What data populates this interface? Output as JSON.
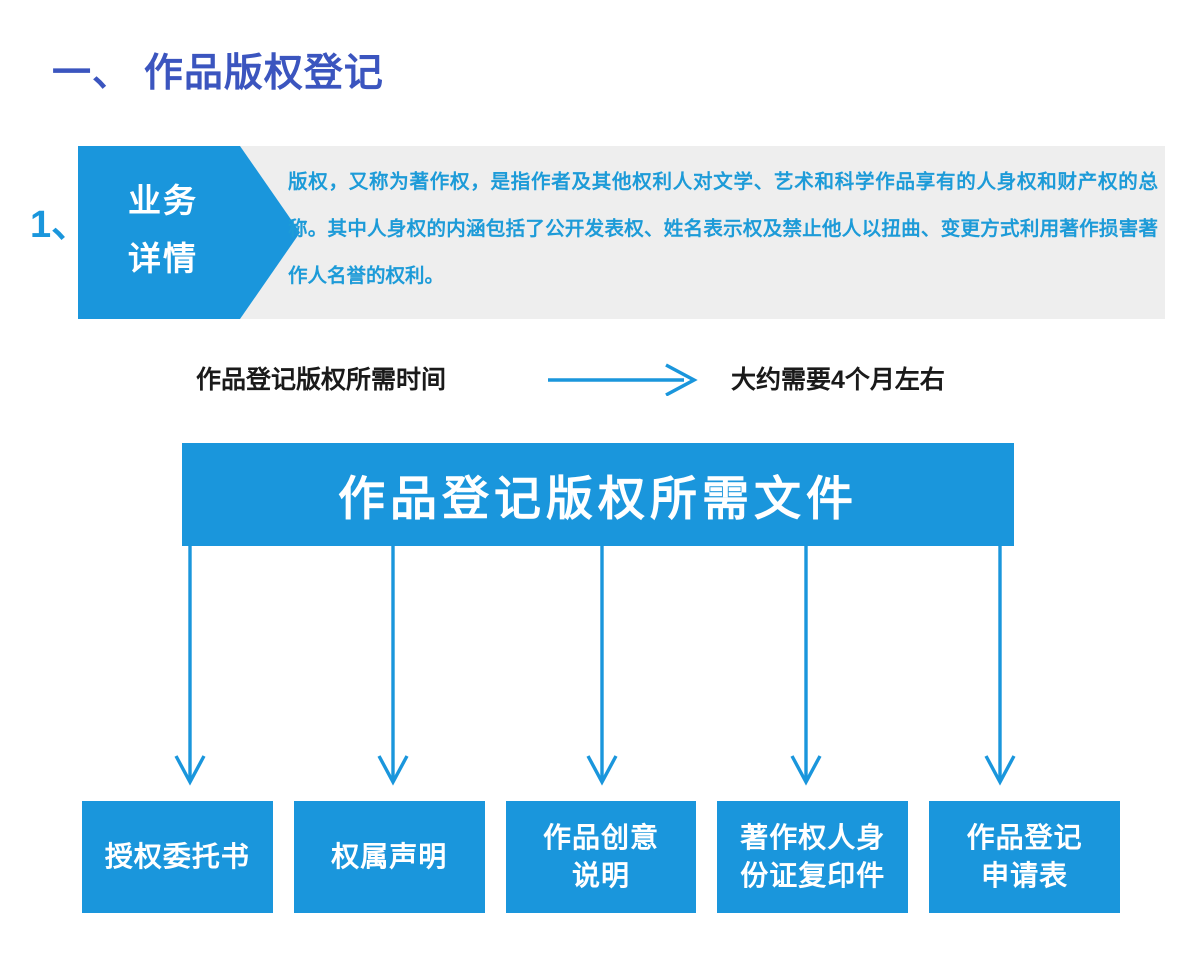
{
  "page": {
    "section_title": "一、 作品版权登记",
    "title_color": "#3b55bf",
    "accent_blue": "#1a96dc",
    "panel_gray": "#eeeeee"
  },
  "detail": {
    "item_number": "1、",
    "tag_label_line1": "业务",
    "tag_label_line2": "详情",
    "body_text": "版权，又称为著作权，是指作者及其他权利人对文学、艺术和科学作品享有的人身权和财产权的总称。其中人身权的内涵包括了公开发表权、姓名表示权及禁止他人以扭曲、变更方式利用著作损害著作人名誉的权利。"
  },
  "duration": {
    "label": "作品登记版权所需时间",
    "arrow": "right-arrow-icon",
    "value": "大约需要4个月左右"
  },
  "documents": {
    "header_title": "作品登记版权所需文件",
    "items": [
      {
        "label": "授权委托书"
      },
      {
        "label": "权属声明"
      },
      {
        "label": "作品创意\n说明"
      },
      {
        "label": "著作权人身\n份证复印件"
      },
      {
        "label": "作品登记\n申请表"
      }
    ]
  }
}
